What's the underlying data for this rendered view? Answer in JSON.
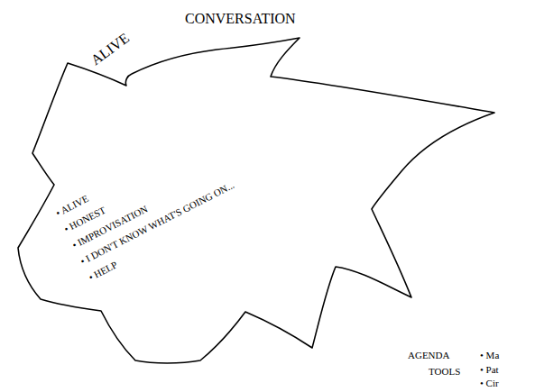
{
  "diagram": {
    "nodes": [
      {
        "text": [
          "• ALIVE",
          "• HONEST",
          "• IMPROVISATION",
          "• I DON'T KNOW WHAT'S GOING ON...",
          "• HELP"
        ]
      }
    ],
    "labels": [
      "ALIVE",
      "CONVERSATION",
      "AGENDA",
      "TOOLS",
      "• Ma",
      "• Pat",
      "• Cir"
    ]
  }
}
